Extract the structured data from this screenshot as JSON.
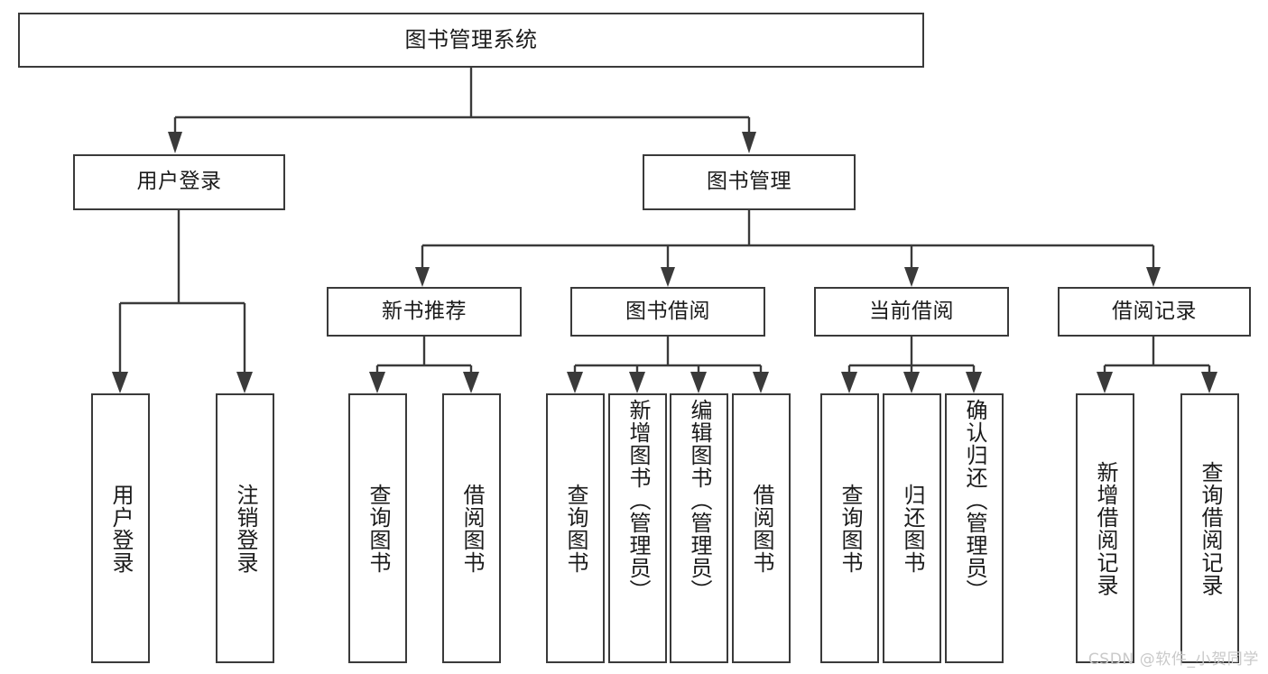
{
  "diagram": {
    "title": "图书管理系统",
    "type": "tree-hierarchy",
    "root": {
      "label": "图书管理系统"
    },
    "level2": [
      {
        "label": "用户登录"
      },
      {
        "label": "图书管理"
      }
    ],
    "level3": [
      {
        "label": "新书推荐"
      },
      {
        "label": "图书借阅"
      },
      {
        "label": "当前借阅"
      },
      {
        "label": "借阅记录"
      }
    ],
    "leaves": {
      "user_login": [
        {
          "label": "用户登录"
        },
        {
          "label": "注销登录"
        }
      ],
      "new_book_recommend": [
        {
          "label": "查询图书"
        },
        {
          "label": "借阅图书"
        }
      ],
      "book_borrow": [
        {
          "label": "查询图书"
        },
        {
          "label": "新增图书（管理员）"
        },
        {
          "label": "编辑图书（管理员）"
        },
        {
          "label": "借阅图书"
        }
      ],
      "current_borrow": [
        {
          "label": "查询图书"
        },
        {
          "label": "归还图书"
        },
        {
          "label": "确认归还（管理员）"
        }
      ],
      "borrow_record": [
        {
          "label": "新增借阅记录"
        },
        {
          "label": "查询借阅记录"
        }
      ]
    }
  },
  "watermark": {
    "text": "CSDN @软件_小贺同学"
  },
  "colors": {
    "border": "#3a3a3a",
    "text": "#1b1b1b",
    "background": "#ffffff",
    "watermark": "#c9c9c9"
  }
}
